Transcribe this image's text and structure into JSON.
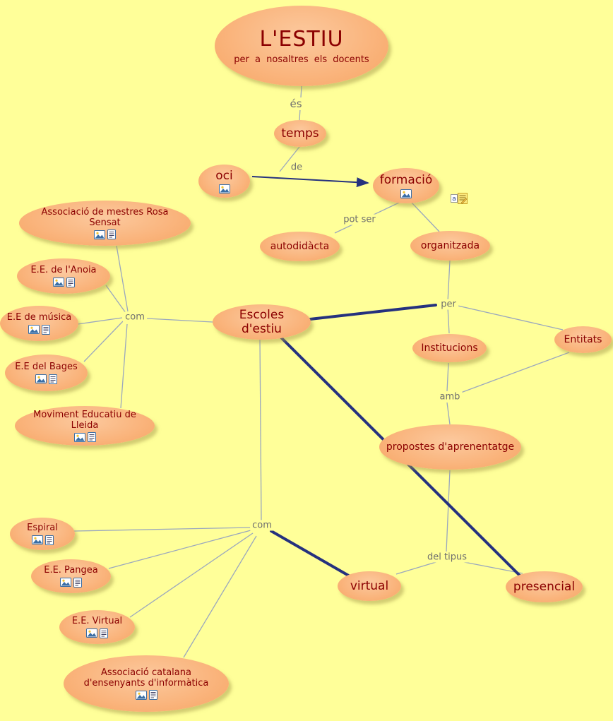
{
  "colors": {
    "background": "#FFFF99",
    "node_fill": "#F9AF74",
    "node_text": "#8B0000",
    "link_label_text": "#6F6F6F",
    "edge": "#9AA7BE",
    "edge_emphasis": "#25317E"
  },
  "root": {
    "title": "L'ESTIU",
    "subtitle": "per a nosaltres els docents"
  },
  "nodes": {
    "temps": {
      "label": "temps"
    },
    "oci": {
      "label": "oci"
    },
    "formacio": {
      "label": "formació"
    },
    "autodidacta": {
      "label": "autodidàcta"
    },
    "organitzada": {
      "label": "organitzada"
    },
    "escoles": {
      "label": "Escoles d'estiu"
    },
    "institucions": {
      "label": "Institucions"
    },
    "entitats": {
      "label": "Entitats"
    },
    "propostes": {
      "label": "propostes d'aprenentatge"
    },
    "virtual": {
      "label": "virtual"
    },
    "presencial": {
      "label": "presencial"
    },
    "rosa_sensat": {
      "label": "Associació de mestres Rosa Sensat"
    },
    "anoia": {
      "label": "E.E. de l'Anoia"
    },
    "musica": {
      "label": "E.E de música"
    },
    "bages": {
      "label": "E.E del Bages"
    },
    "lleida": {
      "label": "Moviment Educatiu de Lleida"
    },
    "espiral": {
      "label": "Espiral"
    },
    "pangea": {
      "label": "E.E. Pangea"
    },
    "ee_virtual": {
      "label": "E.E. Virtual"
    },
    "acei": {
      "label": "Associació catalana d'ensenyants d'informàtica"
    }
  },
  "link_labels": {
    "es": "és",
    "de": "de",
    "pot_ser": "pot ser",
    "per": "per",
    "com_left": "com",
    "amb": "amb",
    "com_bottom": "com",
    "del_tipus": "del tipus"
  },
  "icons": {
    "image_resource": "image-icon",
    "text_resource": "text-document-icon",
    "annotation": "annotation-icon"
  },
  "relations": [
    {
      "from": "L'ESTIU",
      "label": "és",
      "to": [
        "temps"
      ]
    },
    {
      "from": "temps",
      "label": "de",
      "to": [
        "oci",
        "formació"
      ]
    },
    {
      "from": "formació",
      "label": "pot ser",
      "to": [
        "autodidàcta",
        "organitzada"
      ]
    },
    {
      "from": "organitzada",
      "label": "per",
      "to": [
        "Escoles d'estiu",
        "Institucions",
        "Entitats"
      ]
    },
    {
      "from": "Institucions / Entitats",
      "label": "amb",
      "to": [
        "propostes d'aprenentatge"
      ]
    },
    {
      "from": "propostes d'aprenentatge",
      "label": "del tipus",
      "to": [
        "virtual",
        "presencial"
      ]
    },
    {
      "from": "Escoles d'estiu",
      "label": "com",
      "to": [
        "Associació de mestres Rosa Sensat",
        "E.E. de l'Anoia",
        "E.E de música",
        "E.E del Bages",
        "Moviment Educatiu de Lleida"
      ]
    },
    {
      "from": "Escoles d'estiu",
      "label": "com",
      "to": [
        "Espiral",
        "E.E. Pangea",
        "E.E. Virtual",
        "Associació catalana d'ensenyants d'informàtica",
        "virtual"
      ]
    }
  ]
}
